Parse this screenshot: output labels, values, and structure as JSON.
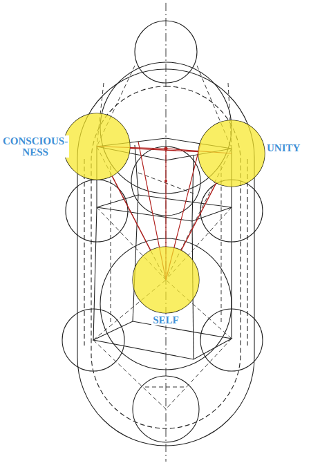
{
  "diagram": {
    "nodes": [
      {
        "text": [
          "CONSCIOUS- NESS"
        ]
      },
      {
        "text": [
          "UNITY"
        ]
      },
      {
        "text": [
          "SELF"
        ]
      }
    ],
    "edges": [
      {
        "from": 0,
        "to": 1,
        "arrow": "none"
      },
      {
        "from": 0,
        "to": 2,
        "arrow": "none"
      },
      {
        "from": 1,
        "to": 2,
        "arrow": "none"
      }
    ]
  }
}
